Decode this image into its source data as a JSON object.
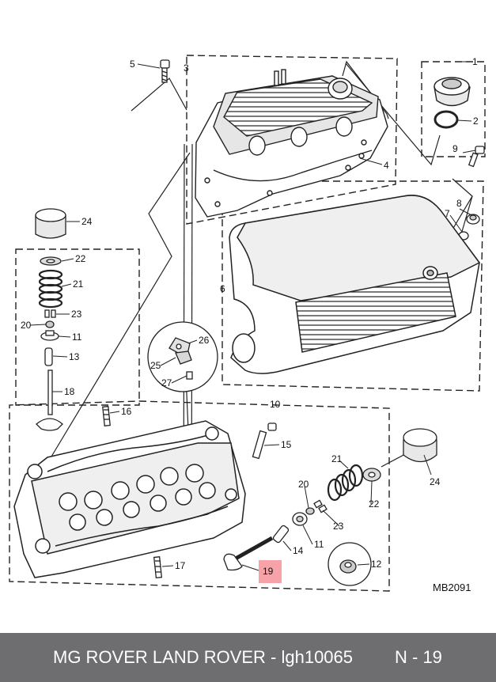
{
  "diagram": {
    "reference": "MB2091",
    "callouts": [
      "1",
      "2",
      "3",
      "4",
      "5",
      "6",
      "7",
      "8",
      "9",
      "10",
      "11",
      "12",
      "13",
      "14",
      "15",
      "16",
      "17",
      "18",
      "19",
      "20",
      "21",
      "22",
      "23",
      "24",
      "25",
      "26",
      "27"
    ],
    "callouts_repeated": {
      "11": "11",
      "20": "20",
      "21": "21",
      "22": "22",
      "23": "23",
      "24": "24"
    },
    "highlight": {
      "callout": "19",
      "color": "#f7a1a8"
    }
  },
  "footer": {
    "title": "MG ROVER LAND ROVER - lgh10065",
    "page": "N - 19",
    "background": "#6e6e70"
  }
}
